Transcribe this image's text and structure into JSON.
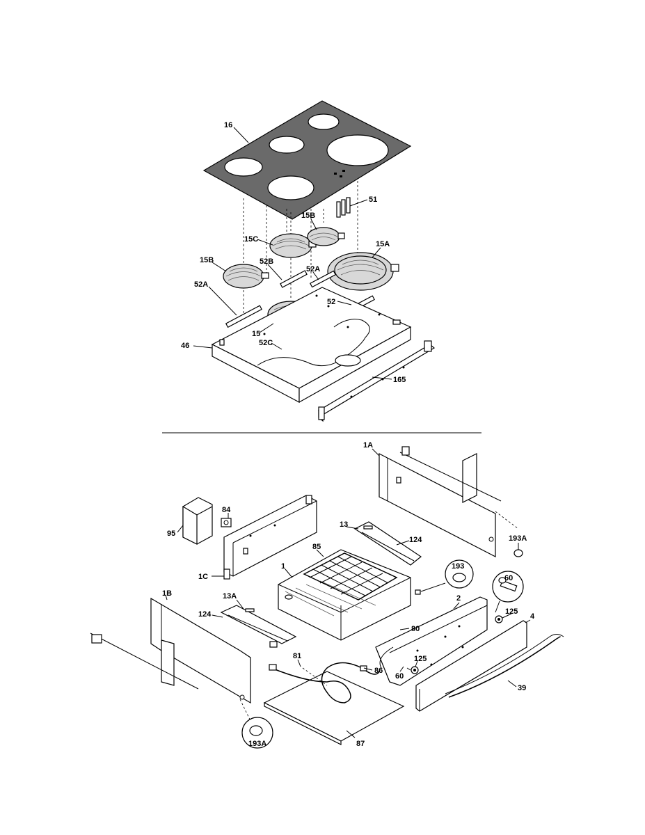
{
  "callouts": {
    "c16": "16",
    "c51": "51",
    "c15B_top": "15B",
    "c15C": "15C",
    "c15A": "15A",
    "c15B_left": "15B",
    "c52B": "52B",
    "c52A_mid": "52A",
    "c52A_left": "52A",
    "c52": "52",
    "c15": "15",
    "c52C": "52C",
    "c46": "46",
    "c165": "165",
    "c1A": "1A",
    "c84": "84",
    "c95": "95",
    "c13": "13",
    "c124_top": "124",
    "c85": "85",
    "c1": "1",
    "c193A_right": "193A",
    "c193": "193",
    "c60_top": "60",
    "c1C": "1C",
    "c1B": "1B",
    "c13A": "13A",
    "c2": "2",
    "c125_top": "125",
    "c4": "4",
    "c124_left": "124",
    "c80": "80",
    "c81": "81",
    "c125_low": "125",
    "c86": "86",
    "c60_low": "60",
    "c39": "39",
    "c193A_bottom": "193A",
    "c87": "87"
  }
}
